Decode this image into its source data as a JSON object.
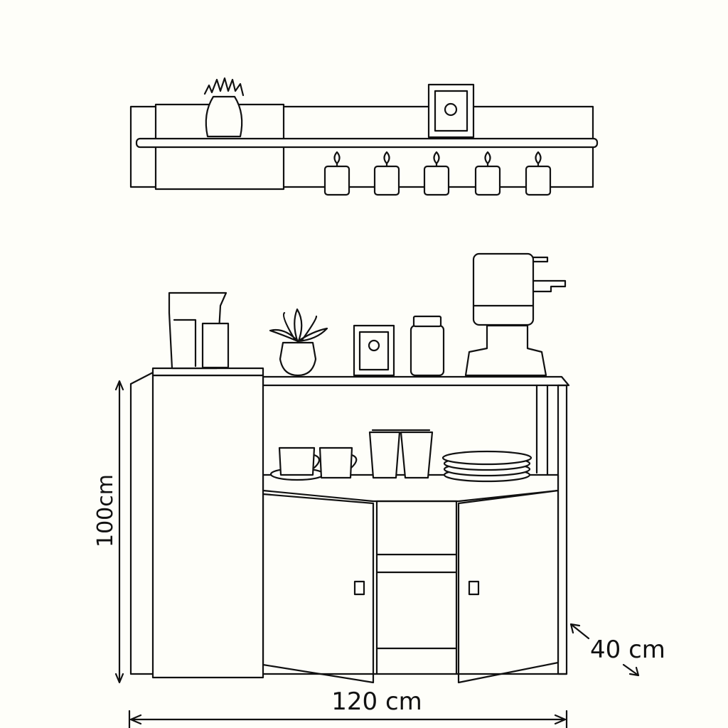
{
  "dimensions": {
    "height": "100cm",
    "width": "120 cm",
    "depth": "40 cm"
  },
  "colors": {
    "line": "#111111",
    "background": "#fefef9"
  }
}
